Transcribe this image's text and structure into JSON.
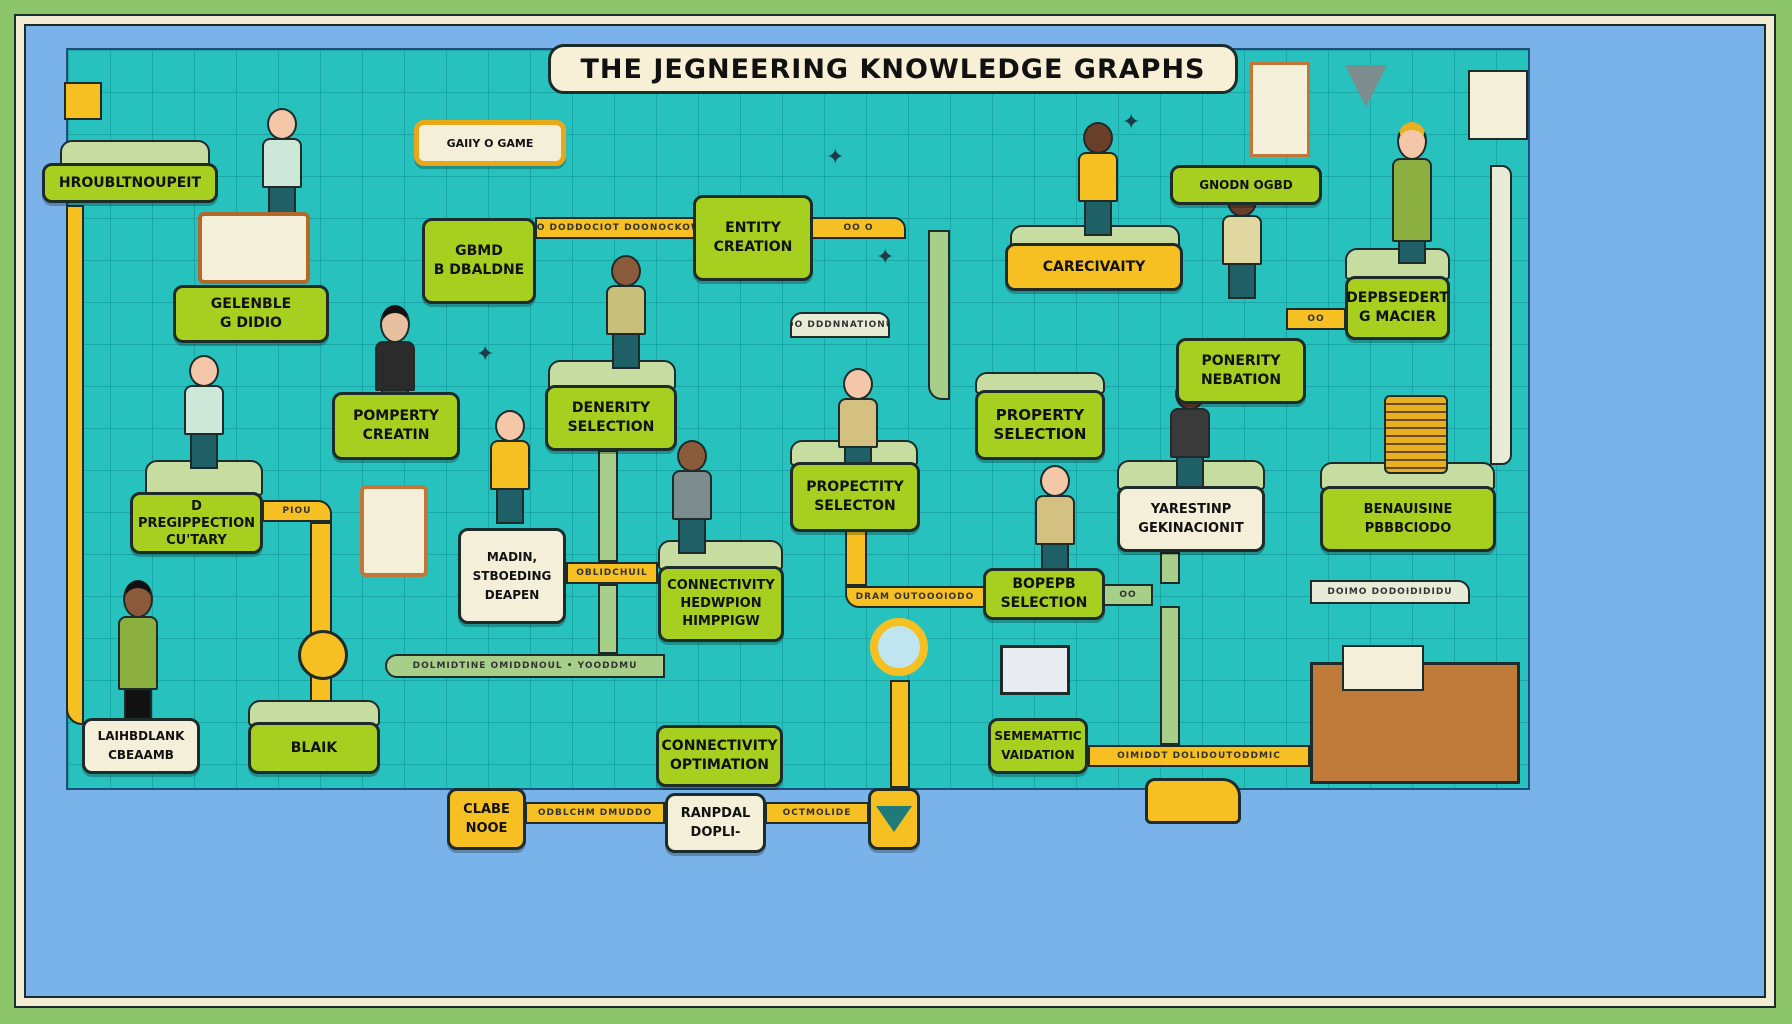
{
  "title": "THE JEGNEERING KNOWLEDGE GRAPHS",
  "colors": {
    "background": "#8cc46a",
    "frame": "#79b3ea",
    "grid": "#27c2bd",
    "node_green": "#a6cf1f",
    "node_yellow": "#f6c022",
    "node_cream": "#f4efd9"
  },
  "nodes": [
    {
      "id": "n1",
      "lines": [
        "HROUBLTNOUPEIT"
      ]
    },
    {
      "id": "n2",
      "lines": [
        "GELENBLE",
        "G DIDIO"
      ]
    },
    {
      "id": "n3",
      "lines": [
        "GAIIY O GAME"
      ]
    },
    {
      "id": "n4",
      "lines": [
        "GBMD",
        "B DBALDNE"
      ]
    },
    {
      "id": "n5",
      "lines": [
        "ENTITY",
        "CREATION"
      ]
    },
    {
      "id": "n6",
      "lines": [
        "CARECIVAITY"
      ]
    },
    {
      "id": "n7",
      "lines": [
        "GNODN OGBD"
      ]
    },
    {
      "id": "n8",
      "lines": [
        "DEPBSEDERT",
        "G MACIER"
      ]
    },
    {
      "id": "n9",
      "lines": [
        "POMPERTY",
        "CREATIN"
      ]
    },
    {
      "id": "n10",
      "lines": [
        "DENERITY",
        "SELECTION"
      ]
    },
    {
      "id": "n11",
      "lines": [
        "D",
        "PREGIPPECTION",
        "CU'TARY"
      ]
    },
    {
      "id": "n12",
      "lines": [
        "PONERITY",
        "NEBATION"
      ]
    },
    {
      "id": "n13",
      "lines": [
        "PROPERTY",
        "SELECTION"
      ]
    },
    {
      "id": "n14",
      "lines": [
        "PROPECTITY",
        "SELECTON"
      ]
    },
    {
      "id": "n15",
      "lines": [
        "MADIN,",
        "STBOEDING",
        "DEAPEN"
      ]
    },
    {
      "id": "n16",
      "lines": [
        "CONNECTIVITY",
        "HEDWPION",
        "HIMPPIGW"
      ]
    },
    {
      "id": "n17",
      "lines": [
        "YARESTINP",
        "GEKINACIONIT"
      ]
    },
    {
      "id": "n18",
      "lines": [
        "BENAUISINE",
        "PBBBCIODO"
      ]
    },
    {
      "id": "n19",
      "lines": [
        "BOPEPB",
        "SELECTION"
      ]
    },
    {
      "id": "n20",
      "lines": [
        "LAIHBDLANK",
        "CBEAAMB"
      ]
    },
    {
      "id": "n21",
      "lines": [
        "BLAIK"
      ]
    },
    {
      "id": "n22",
      "lines": [
        "CONNECTIVITY",
        "OPTIMATION"
      ]
    },
    {
      "id": "n23",
      "lines": [
        "SEMEMATTIC",
        "VAIDATION"
      ]
    },
    {
      "id": "n24",
      "lines": [
        "CLABE",
        "NOOE"
      ]
    },
    {
      "id": "n25",
      "lines": [
        "RANPDAL",
        "DOPLI-"
      ]
    }
  ],
  "pipe_labels": {
    "p1": "DO DODDOCIOT DOONOCKOW",
    "p2": "OO O",
    "p3": "PIOU",
    "p4": "OBLIDCHUIL",
    "p5": "DRAM OUTOOOIODO",
    "p6": "OO",
    "p7": "OO",
    "p8": "DOLMIDTINE OMIDDNOUL • YOODDMU",
    "p9": "ODBLCHM DMUDDO",
    "p10": "OCTMOLIDE",
    "p11": "OIMIDDT DOLIDOUTODDMIC",
    "p12": "DOIMO DODOIDIDIDU",
    "p13": "OO DDDNNATIONU"
  },
  "icons": [
    "crate-icon",
    "book-icon",
    "truck-icon",
    "lightbulb-icon",
    "clipboard-icon",
    "monitor-icon",
    "coin-stack-icon",
    "sparkle-icon",
    "checkmark-shield-icon"
  ]
}
